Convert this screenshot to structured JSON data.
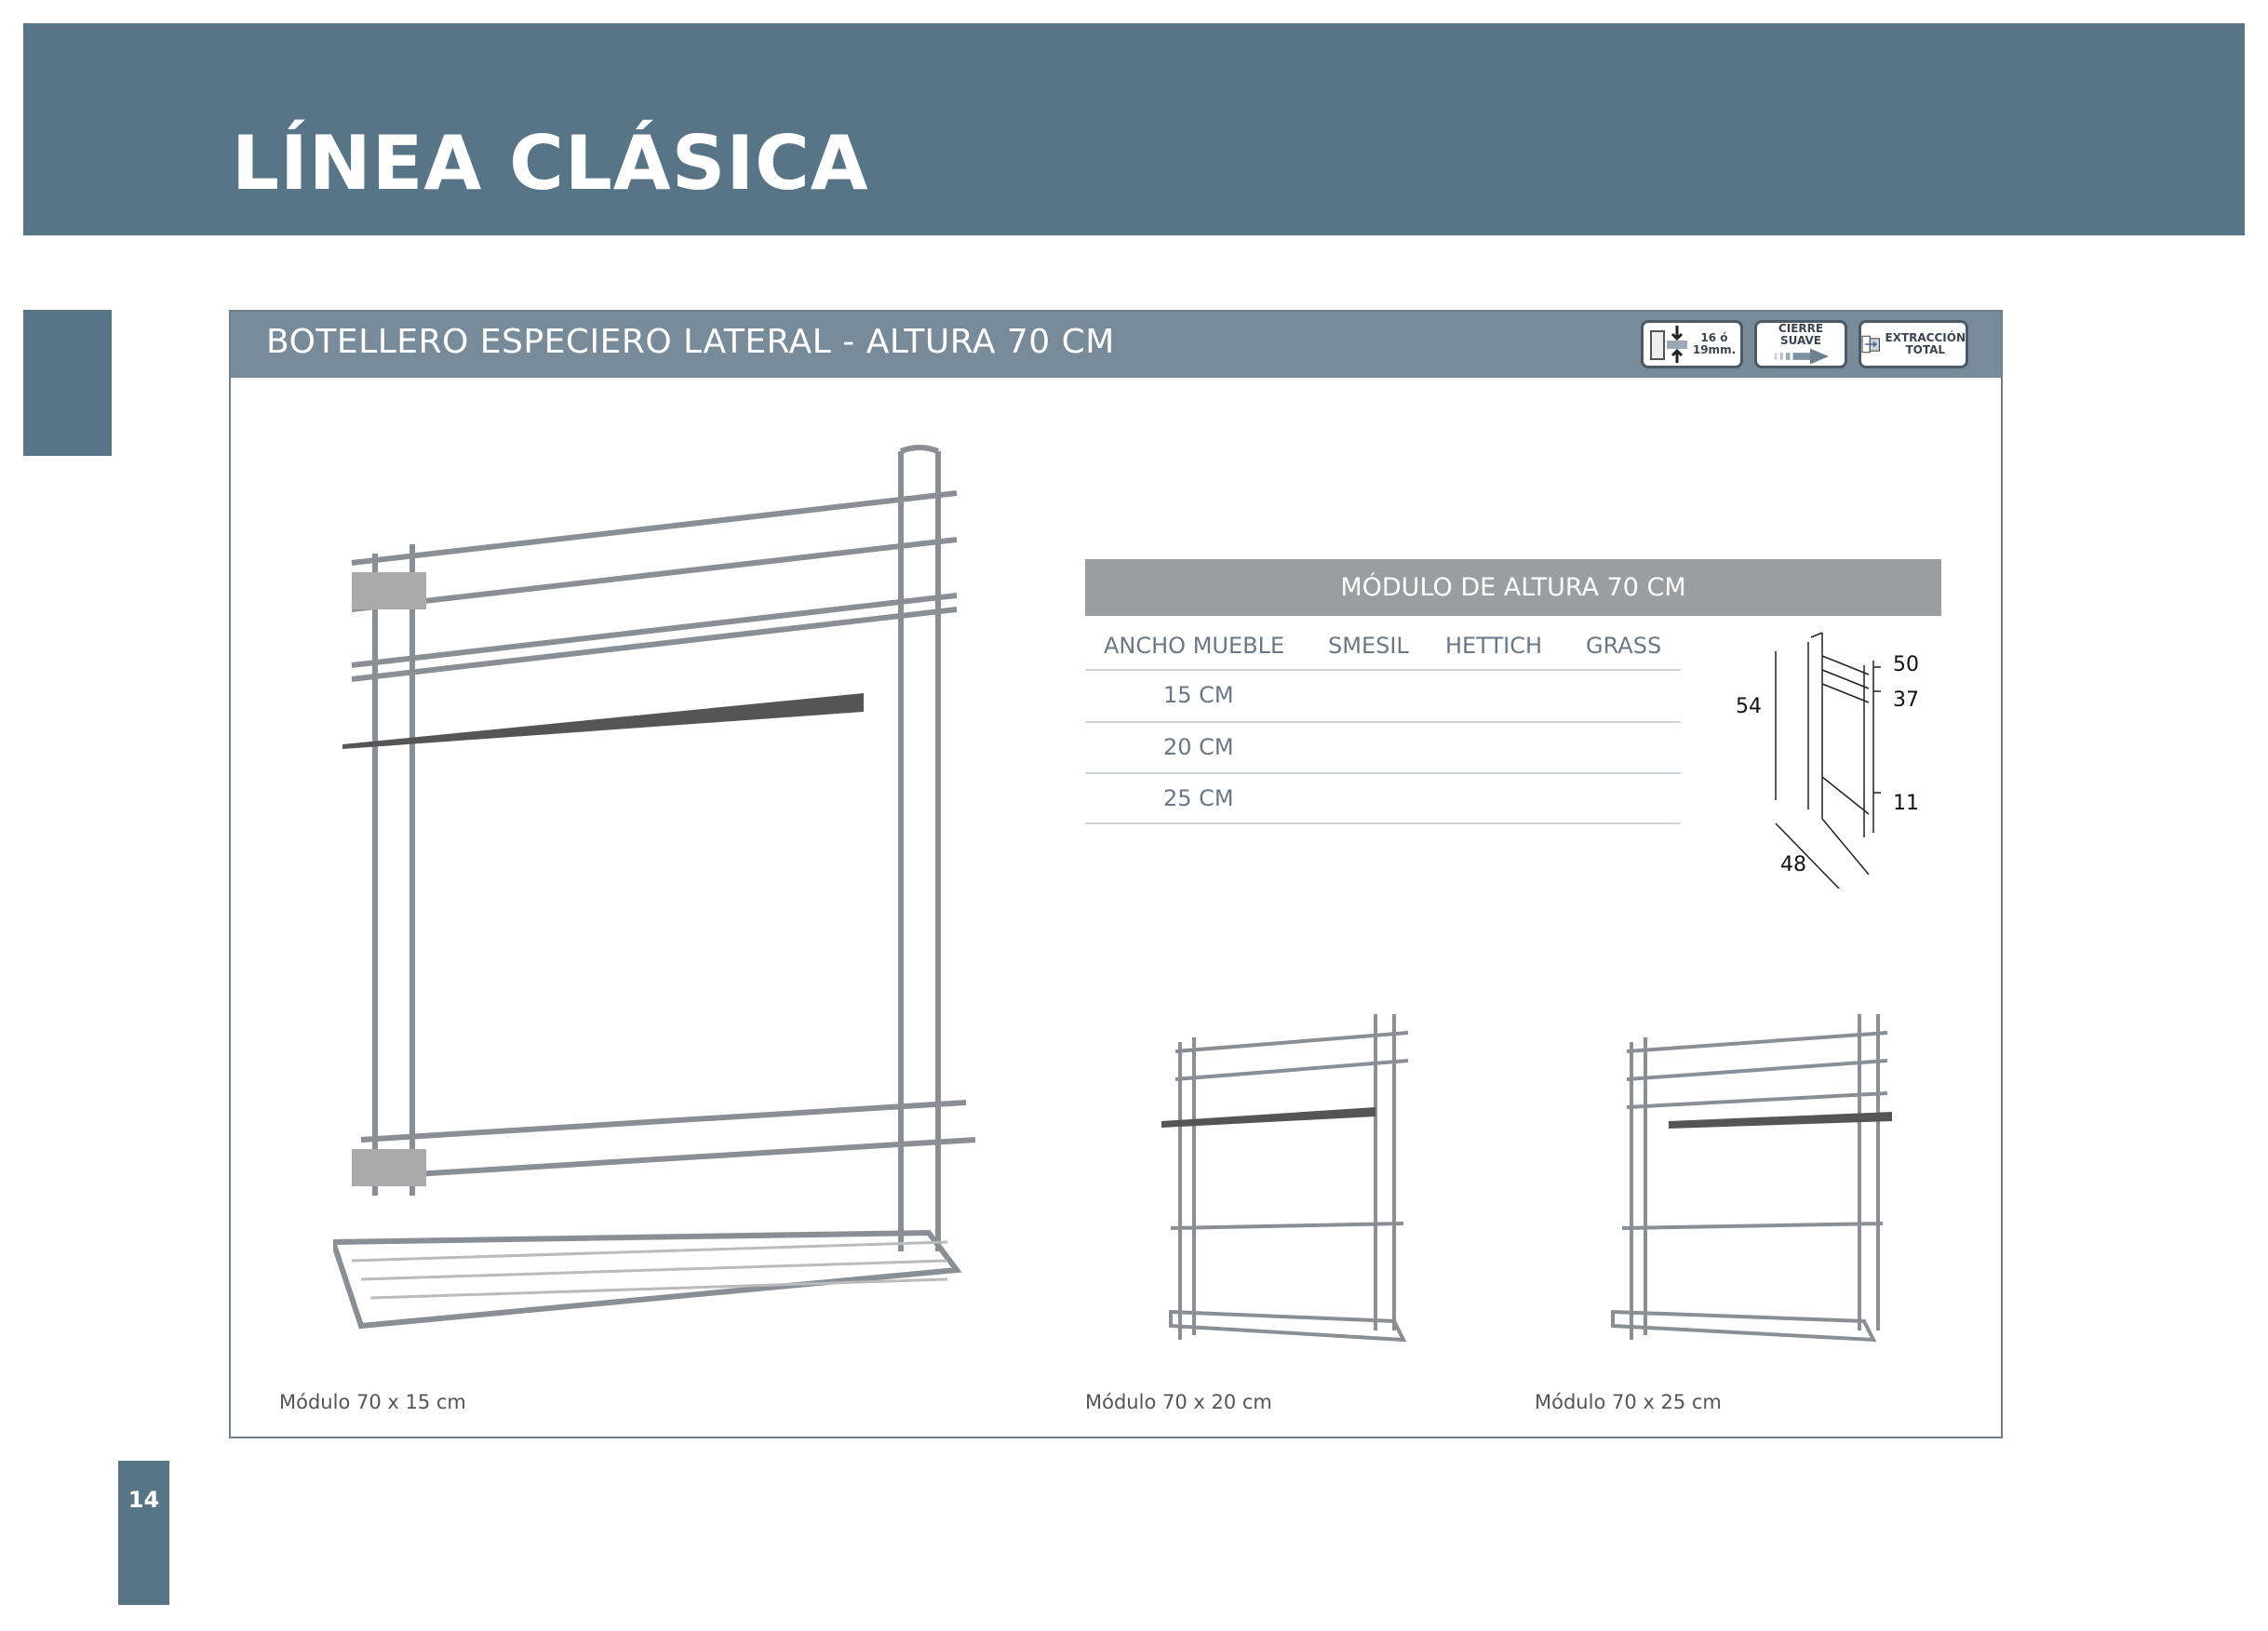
{
  "header": {
    "title": "LÍNEA CLÁSICA"
  },
  "section": {
    "title": "BOTELLERO ESPECIERO LATERAL - ALTURA 70 CM",
    "badges": [
      {
        "name": "thickness",
        "line1": "16 ó",
        "line2": "19mm."
      },
      {
        "name": "soft-close",
        "label": "CIERRE SUAVE"
      },
      {
        "name": "full-extraction",
        "line1": "EXTRACCIÓN",
        "line2": "TOTAL"
      }
    ]
  },
  "table": {
    "title": "MÓDULO DE ALTURA 70 CM",
    "columns": [
      "ANCHO MUEBLE",
      "SMESIL",
      "HETTICH",
      "GRASS"
    ],
    "rows": [
      [
        "15 CM",
        "",
        "",
        ""
      ],
      [
        "20 CM",
        "",
        "",
        ""
      ],
      [
        "25 CM",
        "",
        "",
        ""
      ]
    ]
  },
  "diagram": {
    "height": "54",
    "depth": "48",
    "levels": [
      "50",
      "37",
      "11"
    ]
  },
  "captions": [
    "Módulo 70 x 15 cm",
    "Módulo 70 x 20 cm",
    "Módulo 70 x 25 cm"
  ],
  "page": {
    "number": "14"
  },
  "colors": {
    "brand": "#587487",
    "box_header": "#788b9a",
    "table_header": "#9b9d9f"
  }
}
